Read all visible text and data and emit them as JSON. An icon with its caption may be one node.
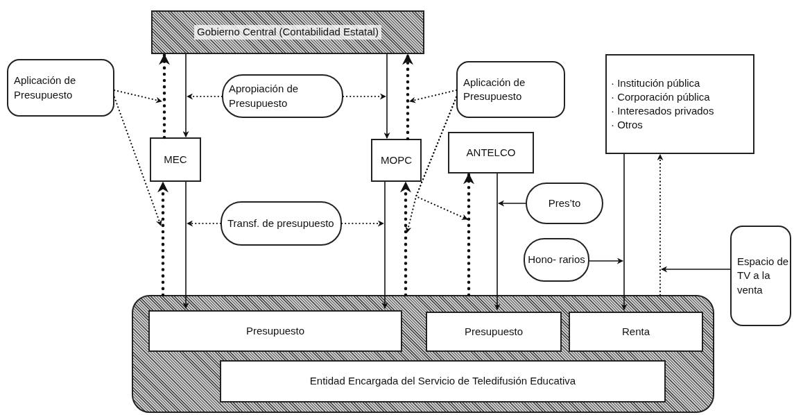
{
  "diagram": {
    "nodes": [
      {
        "text": [
          "Gobierno Central (Contabilidad Estatal)"
        ]
      },
      {
        "text": [
          "Aplicación de Presupuesto"
        ]
      },
      {
        "text": [
          "Apropiación de Presupuesto"
        ]
      },
      {
        "text": [
          "Aplicación de Presupuesto"
        ]
      },
      {
        "text": [
          "· Institución pública",
          "· Corporación pública",
          "· Interesados privados",
          "· Otros"
        ]
      },
      {
        "text": [
          "MEC"
        ]
      },
      {
        "text": [
          "MOPC"
        ]
      },
      {
        "text": [
          "ANTELCO"
        ]
      },
      {
        "text": [
          "Transf. de presupuesto"
        ]
      },
      {
        "text": [
          "Pres’to"
        ]
      },
      {
        "text": [
          "Hono- rarios"
        ]
      },
      {
        "text": [
          "Espacio de TV a la venta"
        ]
      },
      {
        "text": [],
        "shape": "box"
      },
      {
        "text": [
          "Presupuesto"
        ],
        "in": 12
      },
      {
        "text": [
          "Presupuesto"
        ],
        "in": 12
      },
      {
        "text": [
          "Renta"
        ],
        "in": 12
      },
      {
        "text": [
          "Entidad Encargada del Servicio de Teledifusión Educativa"
        ],
        "in": 12
      }
    ],
    "edges": [
      {
        "from": 0,
        "to": 5,
        "arrow": "to"
      },
      {
        "from": 0,
        "to": 6,
        "arrow": "to"
      },
      {
        "from": 5,
        "to": 13,
        "arrow": "to"
      },
      {
        "from": 6,
        "to": 13,
        "arrow": "to"
      },
      {
        "from": 5,
        "to": 0,
        "arrow": "to",
        "style": "dashed"
      },
      {
        "from": 12,
        "to": 5,
        "arrow": "to",
        "style": "dashed"
      },
      {
        "from": 6,
        "to": 0,
        "arrow": "to",
        "style": "dashed"
      },
      {
        "from": 12,
        "to": 6,
        "arrow": "to",
        "style": "dashed"
      },
      {
        "from": 12,
        "to": 7,
        "arrow": "to",
        "style": "dashed"
      },
      {
        "from": 7,
        "to": 14,
        "arrow": "to"
      },
      {
        "from": 4,
        "to": 15,
        "arrow": "to"
      },
      {
        "from": 12,
        "to": 4,
        "arrow": "to",
        "style": "dashed"
      },
      {
        "from": 1,
        "to": null,
        "arrow": "to",
        "style": "dashed"
      },
      {
        "from": 1,
        "to": null,
        "arrow": "to",
        "style": "dashed"
      },
      {
        "from": 2,
        "to": null,
        "arrow": "to",
        "style": "dashed"
      },
      {
        "from": 2,
        "to": null,
        "arrow": "to",
        "style": "dashed"
      },
      {
        "from": 3,
        "to": null,
        "arrow": "to",
        "style": "dashed"
      },
      {
        "from": 3,
        "to": null,
        "arrow": "to",
        "style": "dashed"
      },
      {
        "from": 3,
        "to": null,
        "arrow": "to",
        "style": "dashed"
      },
      {
        "from": 8,
        "to": null,
        "arrow": "to",
        "style": "dashed"
      },
      {
        "from": 8,
        "to": null,
        "arrow": "to",
        "style": "dashed"
      },
      {
        "from": 9,
        "to": null,
        "arrow": "to"
      },
      {
        "from": 10,
        "to": null,
        "arrow": "to"
      },
      {
        "from": 11,
        "to": null,
        "arrow": "to"
      }
    ]
  }
}
